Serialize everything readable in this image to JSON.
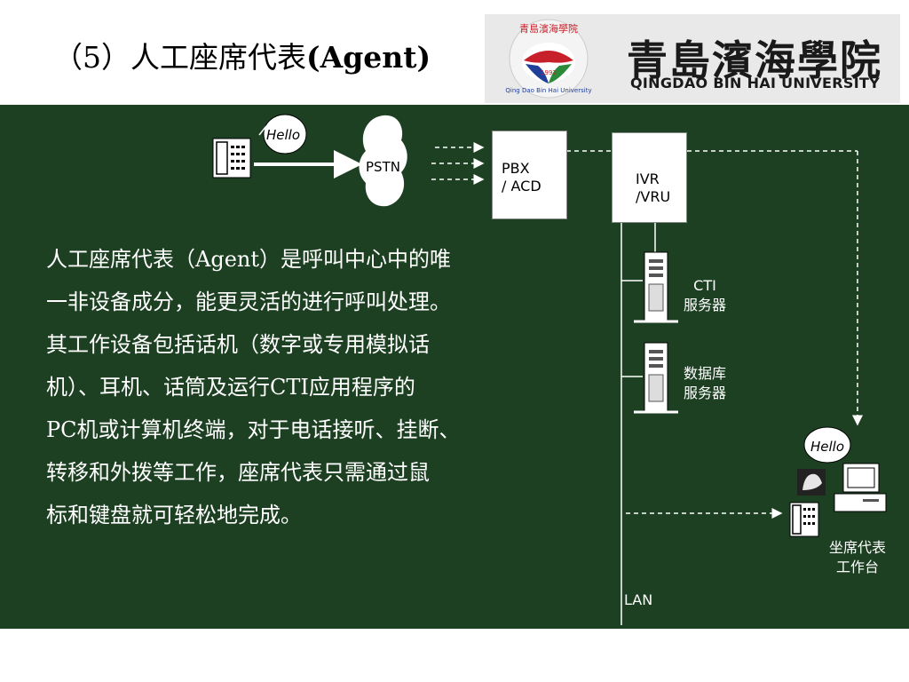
{
  "header": {
    "title_cn": "（5）人工座席代表",
    "title_en": "(Agent)",
    "logo_cn": "青島濱海學院",
    "logo_en": "QINGDAO BIN HAI UNIVERSITY",
    "seal_text": "Qing Dao Bin Hai University",
    "seal_year": "1992"
  },
  "body_lines": [
    "人工座席代表（Agent）是呼叫中心中的唯",
    "一非设备成分，能更灵活的进行呼叫处理。",
    "其工作设备包括话机（数字或专用模拟话",
    "机）、耳机、话筒及运行CTI应用程序的",
    "PC机或计算机终端，对于电话接听、挂断、",
    "转移和外拨等工作，座席代表只需通过鼠",
    "标和键盘就可轻松地完成。"
  ],
  "diagram": {
    "hello_caller": "Hello",
    "hello_agent": "Hello",
    "pstn": "PSTN",
    "pbx_line1": "PBX",
    "pbx_line2": "/ ACD",
    "ivr_line1": "IVR",
    "ivr_line2": "/VRU",
    "cti_line1": "CTI",
    "cti_line2": "服务器",
    "db_line1": "数据库",
    "db_line2": "服务器",
    "agent_line1": "坐席代表",
    "agent_line2": "工作台",
    "lan": "LAN"
  },
  "colors": {
    "panel": "#1d4022",
    "accent_red": "#c8202a",
    "accent_green": "#2a8a3a",
    "accent_blue": "#1f3f9a"
  }
}
